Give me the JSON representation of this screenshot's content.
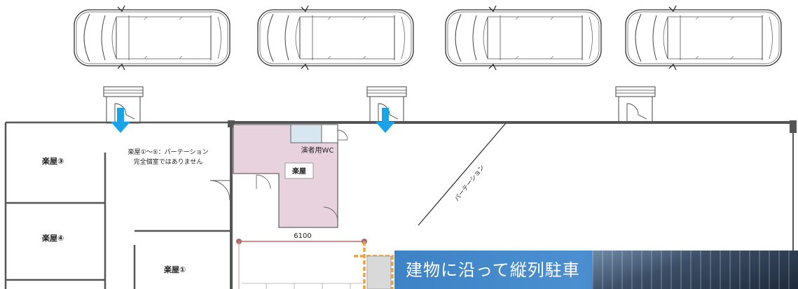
{
  "rooms": {
    "green_room_3": "楽屋③",
    "green_room_4": "楽屋④",
    "green_room_1": "楽屋①",
    "green_room_main": "楽屋"
  },
  "notes": {
    "partition_line1": "楽屋①～⑤：パーテーション",
    "partition_line2": "完全個室ではありません",
    "diagonal_partition": "パーテーション"
  },
  "wc_label": "演者用WC",
  "dimension": "6100",
  "banner_text": "建物に沿って縦列駐車",
  "colors": {
    "arrow": "#1aa3e6",
    "room_fill": "#e8d2de",
    "wc_fill": "#d7e6ef",
    "dimension_line": "#b06a6a",
    "stage_outline": "#f2a13a",
    "banner": "#3d83c5"
  },
  "icons": [
    "car-icon",
    "down-arrow-icon",
    "door-icon"
  ]
}
